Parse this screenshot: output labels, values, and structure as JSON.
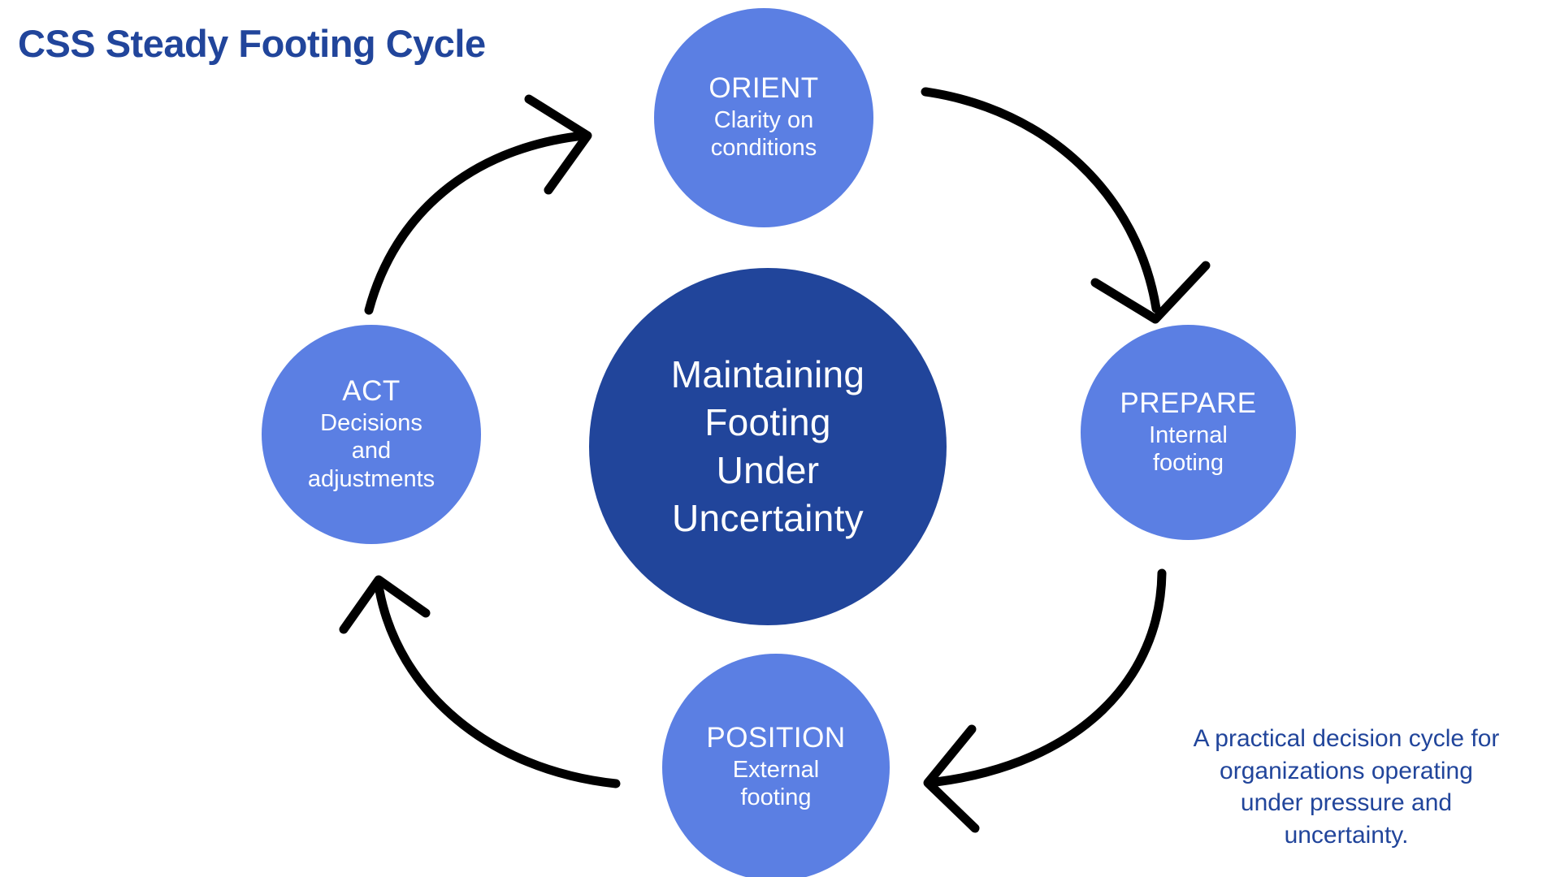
{
  "title": "CSS Steady Footing Cycle",
  "center": {
    "text": "Maintaining Footing Under Uncertainty",
    "line1": "Maintaining",
    "line2": "Footing",
    "line3": "Under",
    "line4": "Uncertainty"
  },
  "nodes": [
    {
      "id": "orient",
      "label": "ORIENT",
      "description": "Clarity on conditions",
      "desc_line1": "Clarity on",
      "desc_line2": "conditions"
    },
    {
      "id": "prepare",
      "label": "PREPARE",
      "description": "Internal footing",
      "desc_line1": "Internal",
      "desc_line2": "footing"
    },
    {
      "id": "position",
      "label": "POSITION",
      "description": "External footing",
      "desc_line1": "External",
      "desc_line2": "footing"
    },
    {
      "id": "act",
      "label": "ACT",
      "description": "Decisions and adjustments",
      "desc_line1": "Decisions",
      "desc_line2": "and",
      "desc_line3": "adjustments"
    }
  ],
  "caption": {
    "text": "A practical decision cycle for organizations operating under pressure and uncertainty.",
    "line1": "A practical decision cycle for",
    "line2": "organizations operating",
    "line3": "under pressure and",
    "line4": "uncertainty."
  },
  "arrows": [
    {
      "id": "orient-to-prepare",
      "from": "ORIENT",
      "to": "PREPARE",
      "direction": "clockwise"
    },
    {
      "id": "prepare-to-position",
      "from": "PREPARE",
      "to": "POSITION",
      "direction": "clockwise"
    },
    {
      "id": "position-to-act",
      "from": "POSITION",
      "to": "ACT",
      "direction": "clockwise"
    },
    {
      "id": "act-to-orient",
      "from": "ACT",
      "to": "ORIENT",
      "direction": "clockwise"
    }
  ],
  "colors": {
    "hub": "#21459B",
    "node": "#5B7FE3",
    "title": "#21459B",
    "caption": "#21459B",
    "arrow": "#000000",
    "background": "#ffffff",
    "node_text": "#ffffff"
  }
}
